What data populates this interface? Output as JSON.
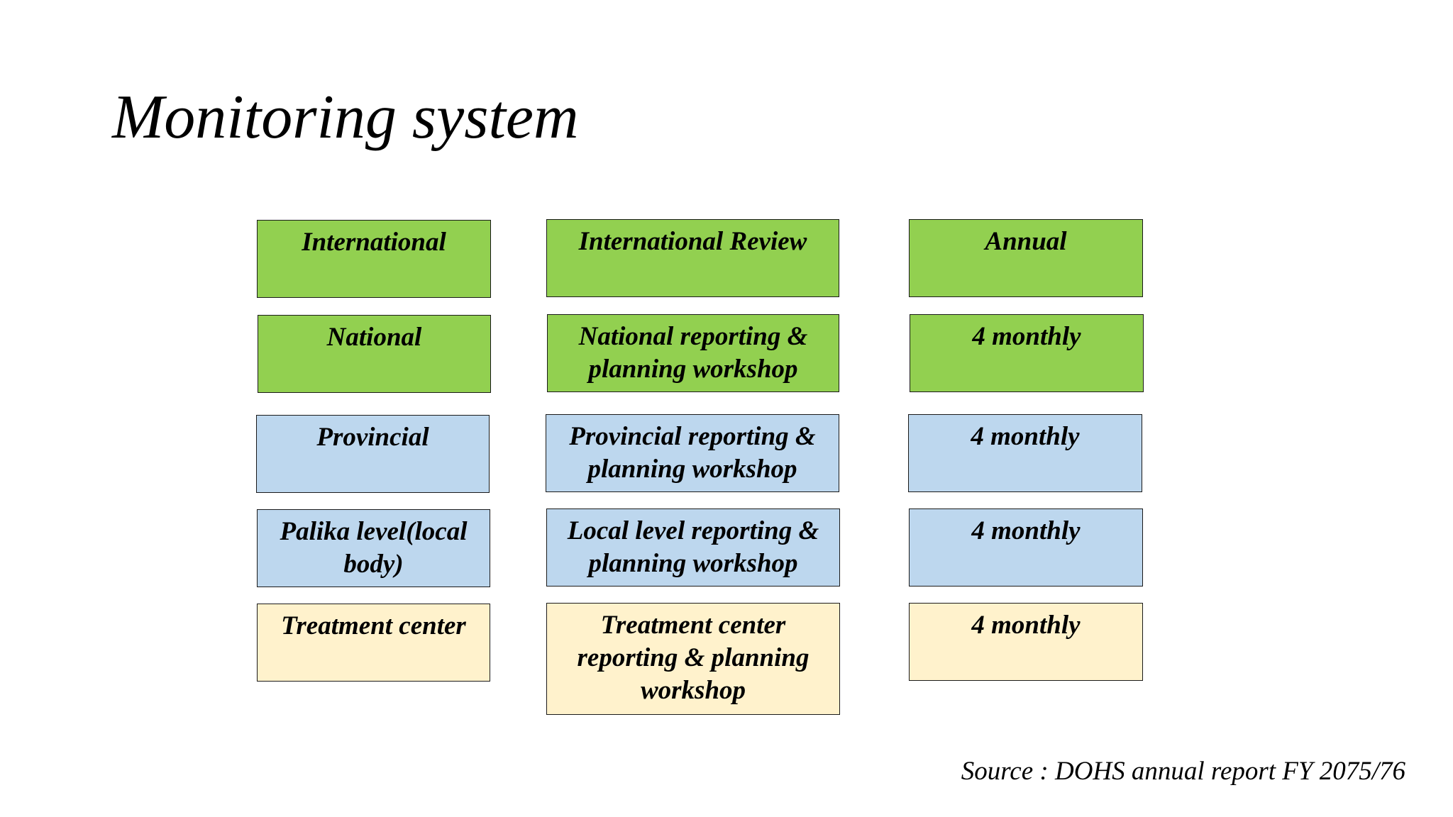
{
  "title": "Monitoring system",
  "rows": [
    {
      "color": "#92d050",
      "level": "International",
      "mechanism": "International Review",
      "frequency": "Annual"
    },
    {
      "color": "#92d050",
      "level": "National",
      "mechanism": "National reporting & planning workshop",
      "frequency": "4 monthly"
    },
    {
      "color": "#bdd7ee",
      "level": "Provincial",
      "mechanism": "Provincial reporting & planning workshop",
      "frequency": "4 monthly"
    },
    {
      "color": "#bdd7ee",
      "level": "Palika level(local body)",
      "mechanism": "Local level reporting & planning workshop",
      "frequency": "4 monthly"
    },
    {
      "color": "#fff2cc",
      "level": "Treatment center",
      "mechanism": "Treatment center reporting & planning workshop",
      "frequency": "4 monthly"
    }
  ],
  "source": "Source : DOHS annual report FY 2075/76"
}
